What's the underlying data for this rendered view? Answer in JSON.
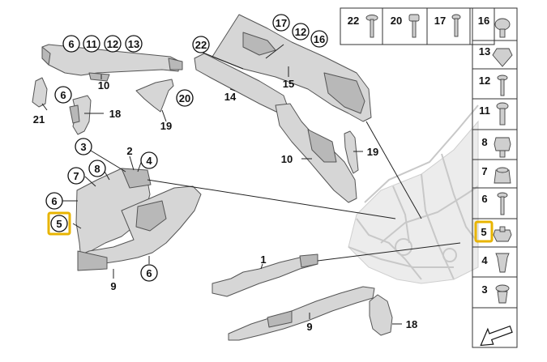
{
  "callouts": {
    "c6a": "6",
    "c11a": "11",
    "c12a": "12",
    "c13a": "13",
    "c10a": "10",
    "c21": "21",
    "c6b": "6",
    "c18a": "18",
    "c20": "20",
    "c19a": "19",
    "c22": "22",
    "c14": "14",
    "c17": "17",
    "c12b": "12",
    "c16": "16",
    "c15": "15",
    "c10b": "10",
    "c19b": "19",
    "c3": "3",
    "c2": "2",
    "c4": "4",
    "c7": "7",
    "c8": "8",
    "c6c": "6",
    "c5": "5",
    "c6d": "6",
    "c9a": "9",
    "c1": "1",
    "c9b": "9",
    "c18b": "18"
  },
  "hardware_grid": {
    "top_row": [
      "22",
      "20",
      "17",
      "16"
    ],
    "right_column": [
      "13",
      "12",
      "11",
      "8",
      "7",
      "6",
      "5",
      "4",
      "3"
    ]
  },
  "highlight_color": "#e8b400"
}
